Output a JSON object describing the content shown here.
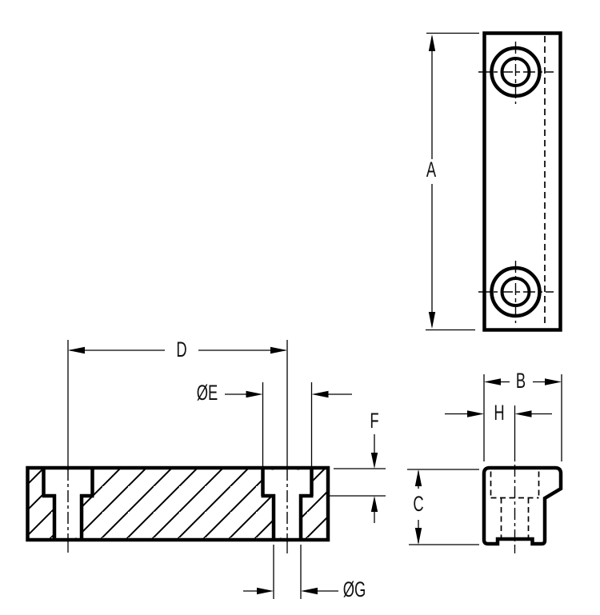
{
  "drawing": {
    "type": "engineering-orthographic-views",
    "labels": {
      "a": "A",
      "b": "B",
      "c": "C",
      "d": "D",
      "e": "ØE",
      "f": "F",
      "g": "ØG",
      "h": "H"
    },
    "colors": {
      "line": "#000000",
      "background": "#ffffff"
    }
  }
}
